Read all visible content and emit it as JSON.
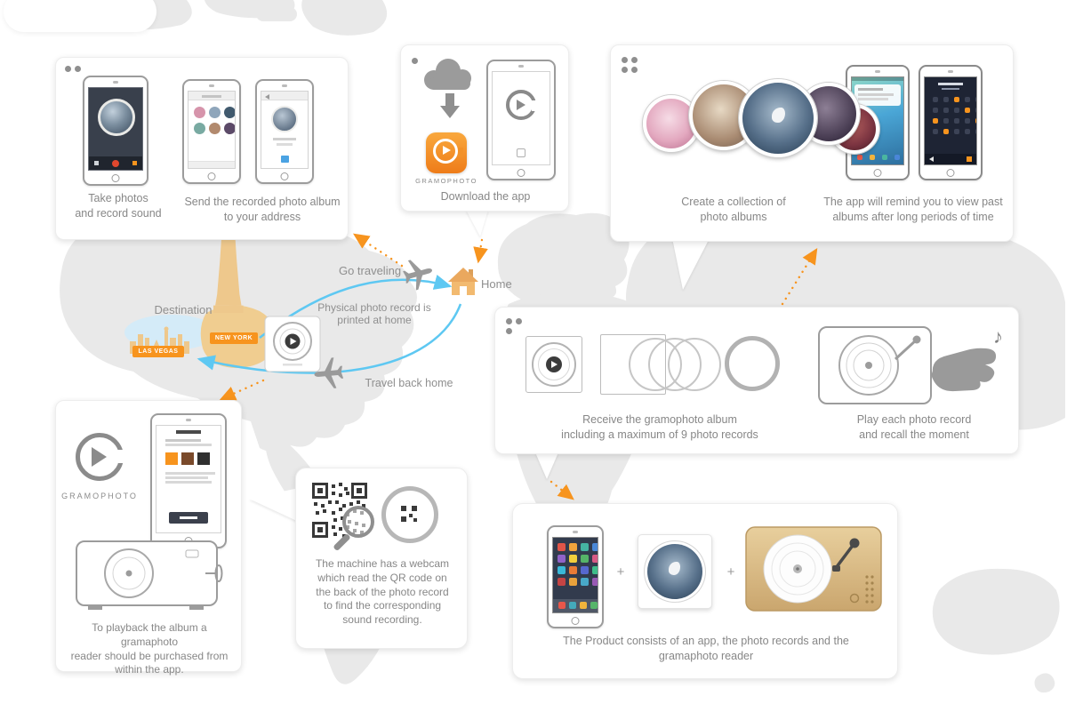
{
  "palette": {
    "accent_orange": "#F7941E",
    "route_blue": "#5EC8F2",
    "text_gray": "#8A8A8A",
    "map_land": "#E9E9E9",
    "highlight_tan": "#EEC88C"
  },
  "icons": {
    "plus": "+",
    "music_note": "♪"
  },
  "map": {
    "destination": "Destination",
    "new_york": "NEW YORK",
    "las_vegas": "LAS VEGAS",
    "go_traveling": "Go traveling",
    "home": "Home",
    "printed_at_home": "Physical photo record is\nprinted at home",
    "travel_back": "Travel back home"
  },
  "cards": {
    "capture": {
      "take": "Take photos\nand record sound",
      "send": "Send the recorded photo album\nto your address"
    },
    "download": {
      "brand": "GRAMOPHOTO",
      "caption": "Download the app"
    },
    "collection": {
      "create": "Create a collection of\nphoto albums",
      "remind": "The app will remind you to view past\nalbums after long periods of time"
    },
    "receive": {
      "receive": "Receive the gramophoto album\nincluding a maximum of 9 photo records",
      "play": "Play each photo record\nand recall the moment"
    },
    "reader": {
      "brand": "GRAMOPHOTO",
      "caption": "To playback the album a gramaphoto\nreader should be purchased from\nwithin the app."
    },
    "qr": {
      "caption": "The machine has a webcam\nwhich read the QR code on\nthe back of the photo record\nto find the corresponding\nsound recording."
    },
    "product": {
      "caption": "The Product consists of an app, the photo records and the\ngramaphoto reader"
    }
  }
}
